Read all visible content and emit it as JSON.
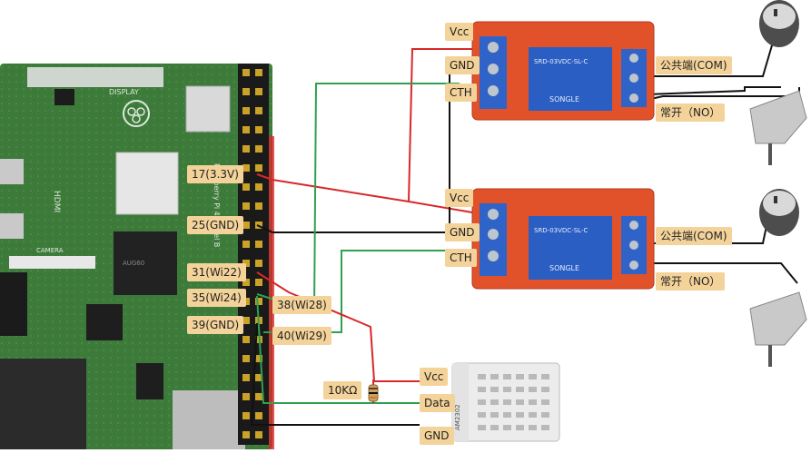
{
  "pi_labels": {
    "pin17": "17(3.3V)",
    "pin25": "25(GND)",
    "pin31": "31(Wi22)",
    "pin35": "35(Wi24)",
    "pin39": "39(GND)",
    "pin38": "38(Wi28)",
    "pin40": "40(Wi29)"
  },
  "relay_top": {
    "vcc": "Vcc",
    "gnd": "GND",
    "cth": "CTH",
    "com": "公共端(COM)",
    "no": "常开（NO）",
    "coil": "SRD-03VDC-SL-C",
    "brand": "SONGLE"
  },
  "relay_bottom": {
    "vcc": "Vcc",
    "gnd": "GND",
    "cth": "CTH",
    "com": "公共端(COM)",
    "no": "常开（NO）",
    "coil": "SRD-03VDC-SL-C",
    "brand": "SONGLE"
  },
  "sensor": {
    "vcc": "Vcc",
    "data": "Data",
    "gnd": "GND",
    "resistor": "10KΩ",
    "chip_text": "AM2302"
  },
  "board": {
    "chip": "AUG60",
    "silk1": "Raspberry Pi 4 Model B",
    "silk2": "HDMI",
    "silk3": "DISPLAY",
    "silk4": "CAMERA"
  },
  "colors": {
    "wire_red": "#d8282a",
    "wire_green": "#2ea04f",
    "wire_black": "#111111",
    "label_bg": "#f4d39a",
    "relay_board": "#e2522a",
    "relay_blue": "#2f63c8",
    "pcb_green": "#3f7a3a"
  }
}
